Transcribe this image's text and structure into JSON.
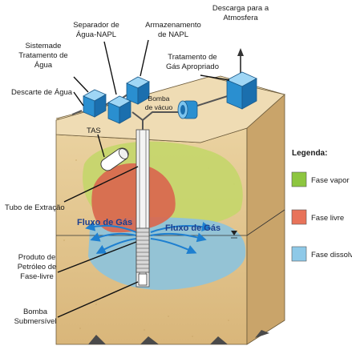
{
  "labels": {
    "discharge_atmosphere": [
      "Descarga para a",
      "Atmosfera"
    ],
    "separator": [
      "Separador de",
      "Água-NAPL"
    ],
    "napl_storage": [
      "Armazenamento",
      "de NAPL"
    ],
    "water_treatment": [
      "Sistemade",
      "Tratamento de",
      "Água"
    ],
    "gas_treatment": [
      "Tratamento de",
      "Gás Apropriado"
    ],
    "water_discharge": "Descarte de Água",
    "vacuum_pump": [
      "Bomba",
      "de vácuo"
    ],
    "tas": "TAS",
    "extraction_tube": "Tubo de Extração",
    "gas_flow_left": "Fluxo de Gás",
    "gas_flow_right": "Fluxo de Gás",
    "free_phase_product": [
      "Produto de",
      "Petróleo de",
      "Fase-livre"
    ],
    "submersible_pump": [
      "Bomba",
      "Submersível"
    ]
  },
  "legend": {
    "title": "Legenda:",
    "items": [
      {
        "label": "Fase vapor",
        "color": "#8dc63f"
      },
      {
        "label": "Fase livre",
        "color": "#e8735a"
      },
      {
        "label": "Fase dissolvida",
        "color": "#8ec9e8"
      }
    ]
  },
  "colors": {
    "soil_front": "#e3c48a",
    "soil_top": "#efdcb4",
    "soil_side": "#c9a46a",
    "vapor_plume": "#c4d66a",
    "free_phase": "#d9674e",
    "dissolved_plume": "#8fc3d9",
    "equipment_box": "#2e9ad8",
    "gas_flow_arrows": "#1e7fd0"
  }
}
